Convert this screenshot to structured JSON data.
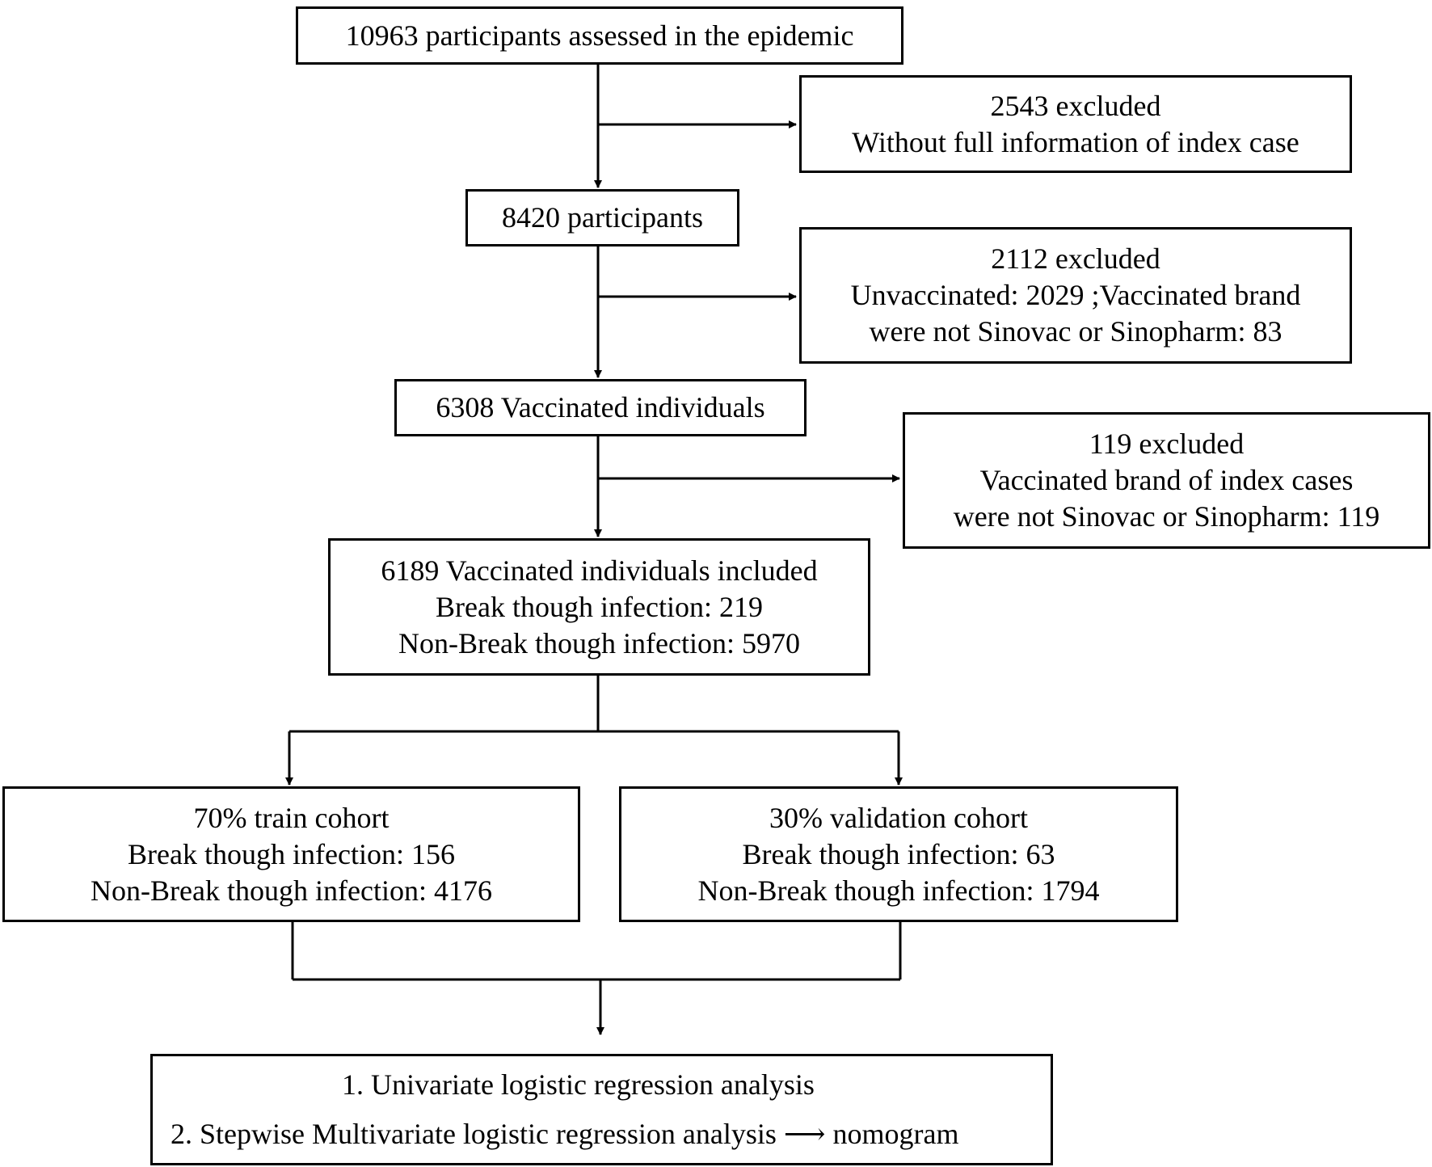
{
  "flowchart": {
    "assessed": "10963 participants  assessed in the epidemic",
    "excluded_1": {
      "count": "2543 excluded",
      "reason": "Without full information of index case"
    },
    "participants": "8420 participants",
    "excluded_2": {
      "count": "2112 excluded",
      "reason_line1": "Unvaccinated: 2029 ;Vaccinated brand",
      "reason_line2": "were not Sinovac or Sinopharm: 83"
    },
    "vaccinated": "6308 Vaccinated individuals",
    "excluded_3": {
      "count": "119 excluded",
      "reason_line1": "Vaccinated brand of index cases",
      "reason_line2": "were not Sinovac or Sinopharm: 119"
    },
    "included": {
      "title": "6189 Vaccinated individuals included",
      "breakthrough": "Break though infection: 219",
      "non_breakthrough": "Non-Break though infection: 5970"
    },
    "train": {
      "title": "70% train cohort",
      "breakthrough": "Break though infection: 156",
      "non_breakthrough": "Non-Break though infection: 4176"
    },
    "validation": {
      "title": "30% validation cohort",
      "breakthrough": "Break though infection: 63",
      "non_breakthrough": "Non-Break though infection: 1794"
    },
    "analysis": {
      "step1": "1. Univariate  logistic regression analysis",
      "step2": "2. Stepwise Multivariate logistic regression analysis ⟶ nomogram"
    }
  }
}
